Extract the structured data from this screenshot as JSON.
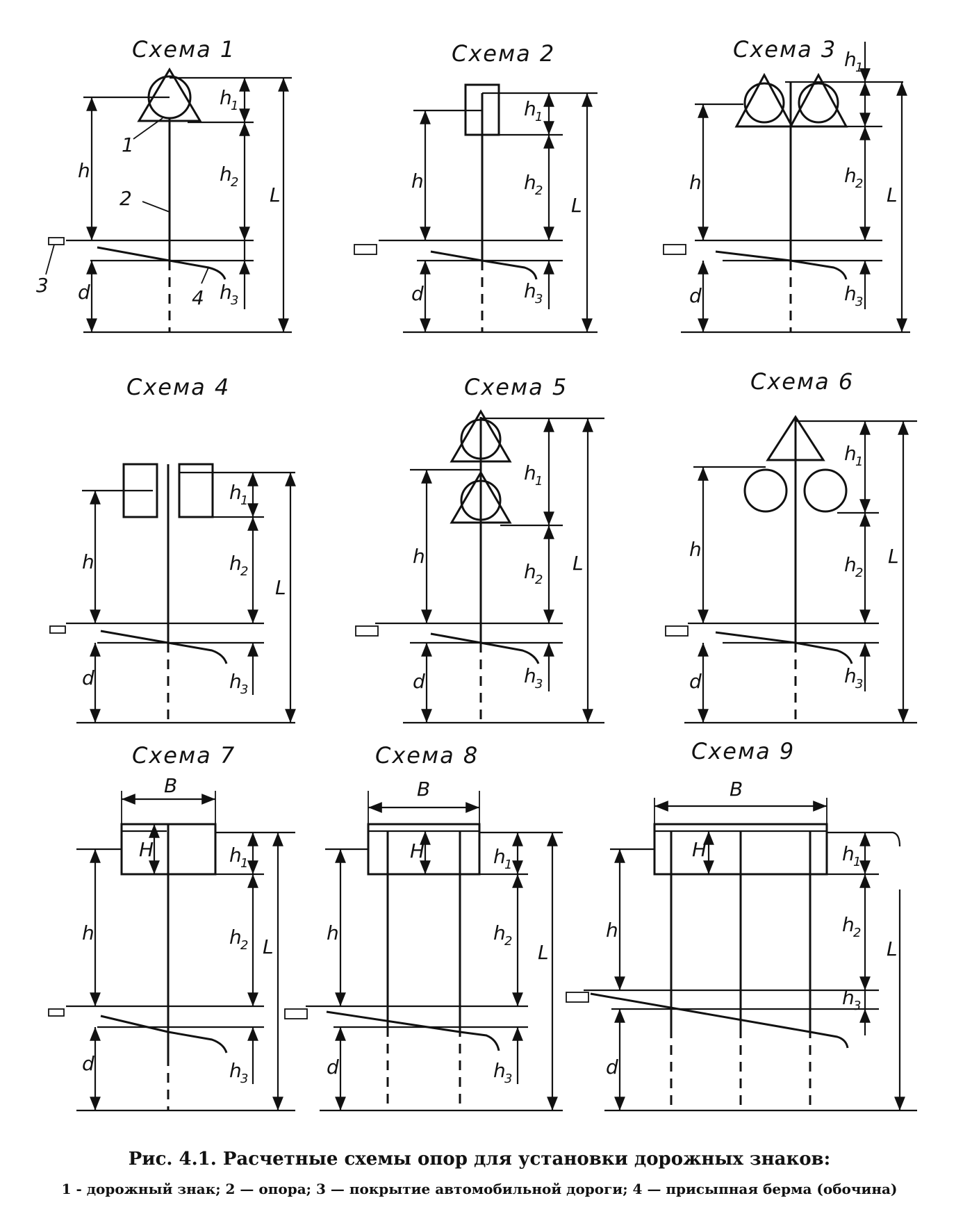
{
  "schemes": [
    {
      "title": "Схема 1"
    },
    {
      "title": "Схема 2"
    },
    {
      "title": "Схема 3"
    },
    {
      "title": "Схема 4"
    },
    {
      "title": "Схема 5"
    },
    {
      "title": "Схема 6"
    },
    {
      "title": "Схема 7"
    },
    {
      "title": "Схема 8"
    },
    {
      "title": "Схема 9"
    }
  ],
  "labels": {
    "h": "h",
    "h1": "h",
    "h2": "h",
    "h3": "h",
    "sub1": "1",
    "sub2": "2",
    "sub3": "3",
    "d": "d",
    "L": "L",
    "H": "H",
    "B": "B",
    "n1": "1",
    "n2": "2",
    "n3": "3",
    "n4": "4"
  },
  "caption": {
    "title": "Рис. 4.1. Расчетные схемы опор для установки дорожных знаков:",
    "legend": "1 - дорожный знак; 2 — опора; 3 — покрытие автомобильной дороги; 4 — присыпная берма (обочина)"
  }
}
